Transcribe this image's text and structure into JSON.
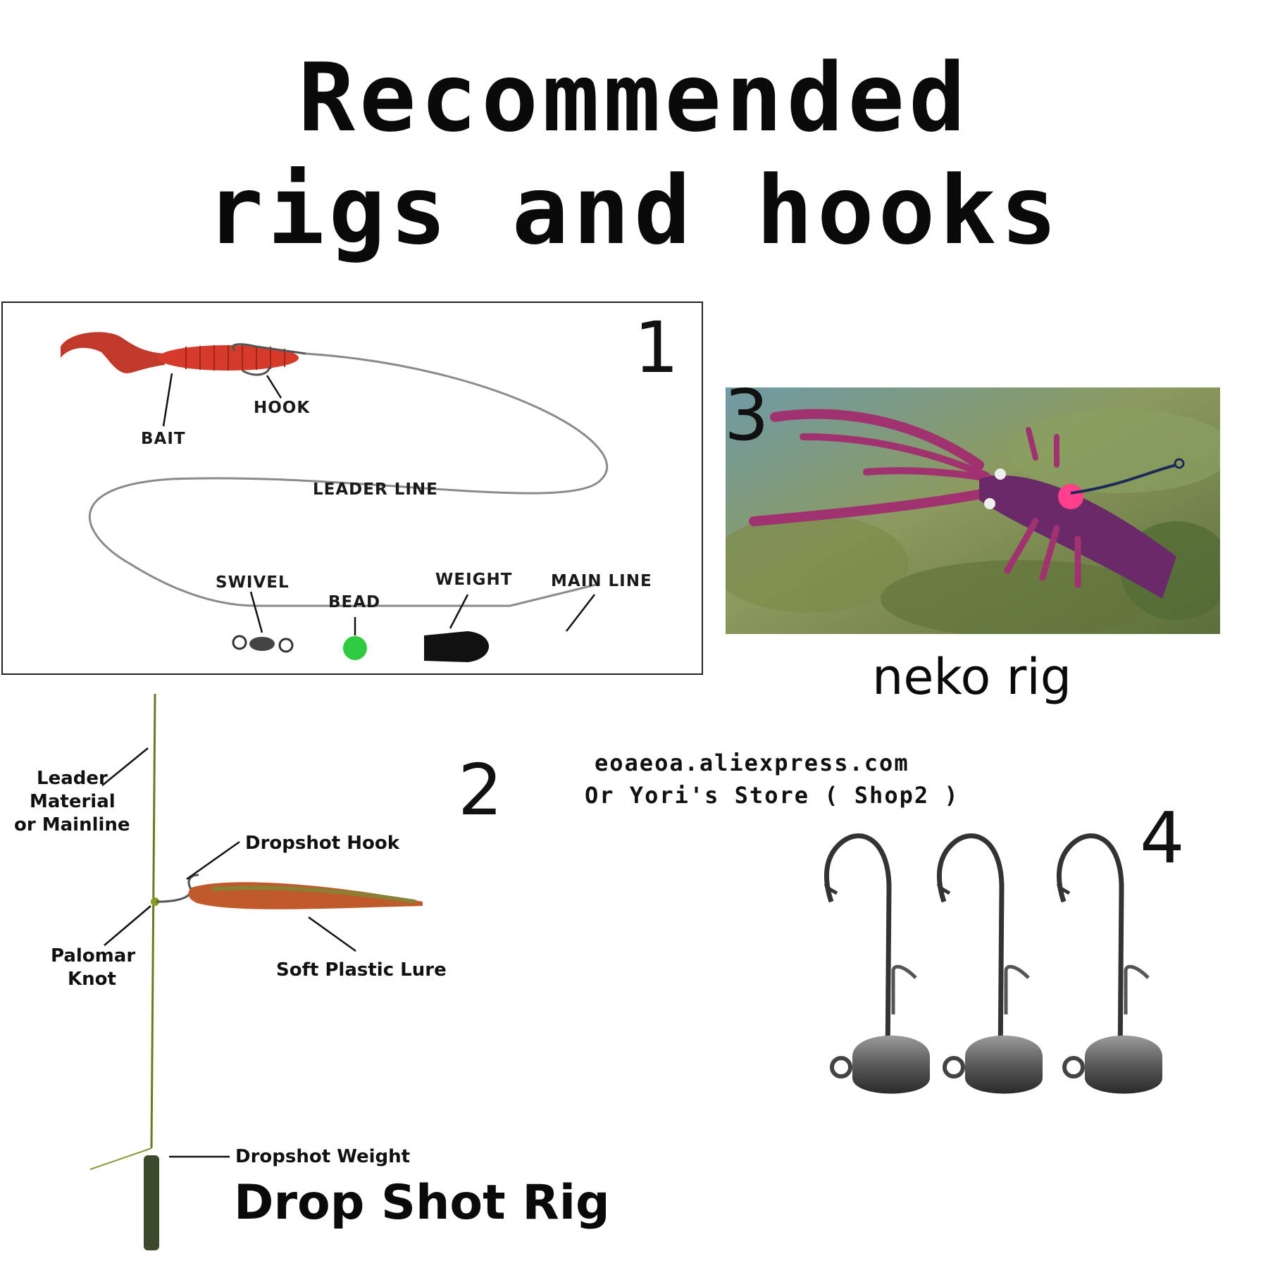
{
  "title": {
    "line1": "Recommended",
    "line2": "rigs and hooks"
  },
  "rig1": {
    "number": "1",
    "labels": {
      "bait": "BAIT",
      "hook": "HOOK",
      "leader_line": "LEADER LINE",
      "swivel": "SWIVEL",
      "bead": "BEAD",
      "weight": "WEIGHT",
      "main_line": "MAIN LINE"
    }
  },
  "rig2": {
    "number": "2",
    "labels": {
      "leader_line1": "Leader",
      "leader_line2": "Material",
      "leader_line3": "or Mainline",
      "dropshot_hook": "Dropshot Hook",
      "palomar_line1": "Palomar",
      "palomar_line2": "Knot",
      "soft_plastic_lure": "Soft Plastic Lure",
      "dropshot_weight": "Dropshot Weight"
    },
    "caption": "Drop Shot Rig"
  },
  "rig3": {
    "number": "3",
    "caption": "neko rig"
  },
  "rig4": {
    "number": "4"
  },
  "store": {
    "line1": "eoaeoa.aliexpress.com",
    "line2": "Or Yori's Store ( Shop2 )"
  },
  "colors": {
    "bait": "#c0392b",
    "bead": "#2ecc40",
    "line": "#888888",
    "shrimp": "#8e2a6b",
    "leader2": "#6b7a1e"
  }
}
